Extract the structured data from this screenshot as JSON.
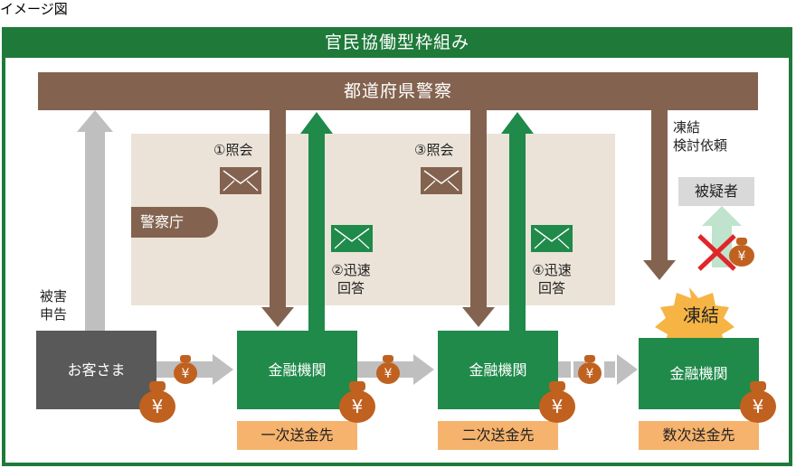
{
  "caption": "イメージ図",
  "header_title": "官民協働型枠組み",
  "police_label": "都道府県警察",
  "npa_label": "警察庁",
  "steps": {
    "inquiry_1": "①照会",
    "reply_2_line1": "②迅速",
    "reply_2_line2": "回答",
    "inquiry_3": "③照会",
    "reply_4_line1": "④迅速",
    "reply_4_line2": "回答",
    "freeze_request_line1": "凍結",
    "freeze_request_line2": "検討依頼"
  },
  "damage_report_line1": "被害",
  "damage_report_line2": "申告",
  "customer_label": "お客さま",
  "bank_label": "金融機関",
  "destinations": [
    "一次送金先",
    "二次送金先",
    "数次送金先"
  ],
  "suspect_label": "被疑者",
  "freeze_label": "凍結",
  "yen_symbol": "¥",
  "colors": {
    "green": "#1f8a4a",
    "dark_green": "#1f7a3a",
    "brown": "#83634f",
    "orange": "#f6b36d",
    "gray": "#595959",
    "burst": "#f6b444",
    "cross": "#e0262a"
  }
}
